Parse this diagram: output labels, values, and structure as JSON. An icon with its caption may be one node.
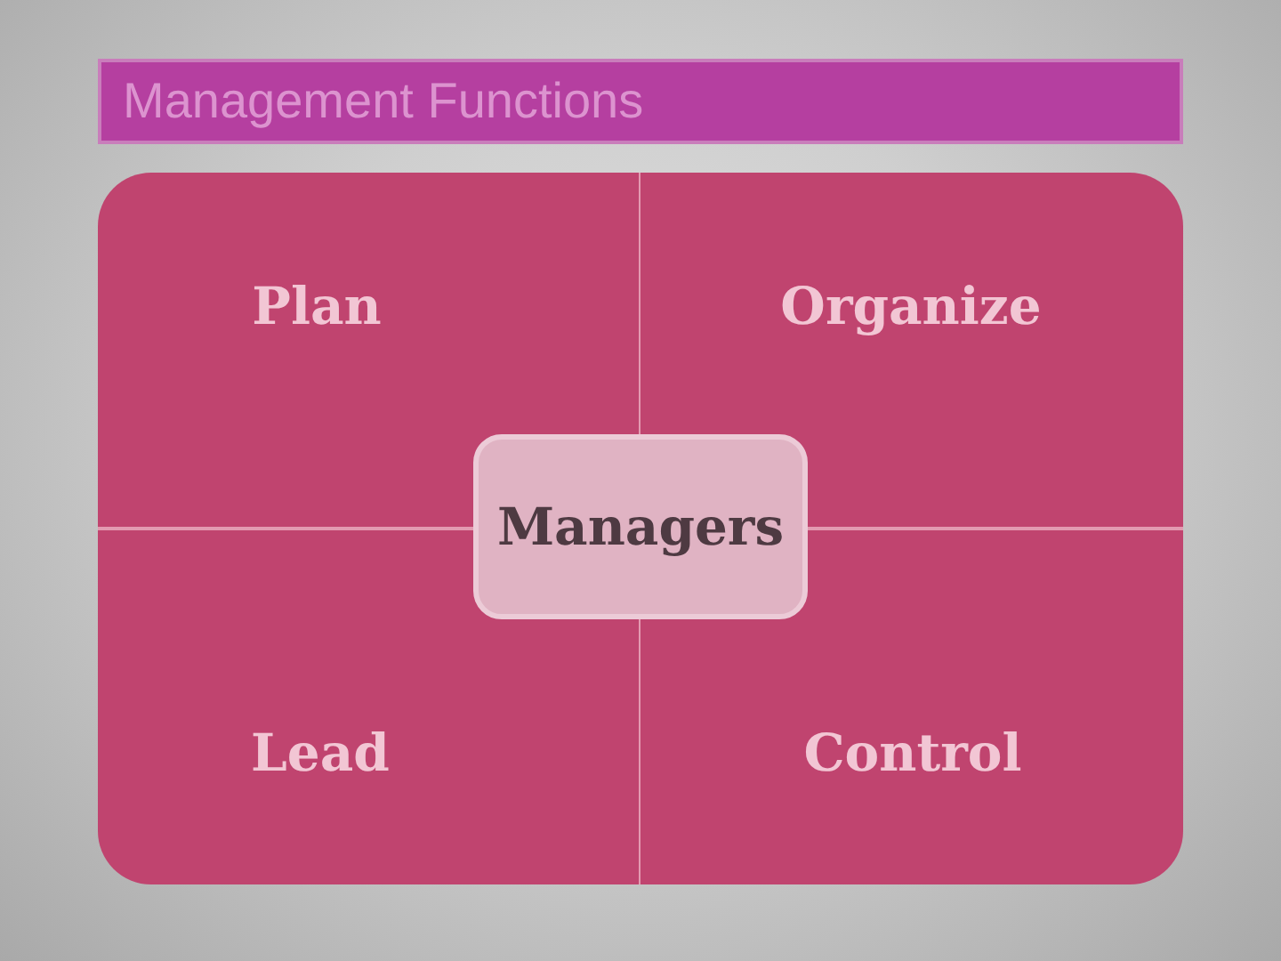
{
  "diagram": {
    "title": "Management Functions",
    "nodes": [
      {
        "text": [
          "Plan"
        ]
      },
      {
        "text": [
          "Organize"
        ]
      },
      {
        "text": [
          "Managers"
        ]
      },
      {
        "text": [
          "Lead"
        ]
      },
      {
        "text": [
          "Control"
        ]
      }
    ]
  }
}
